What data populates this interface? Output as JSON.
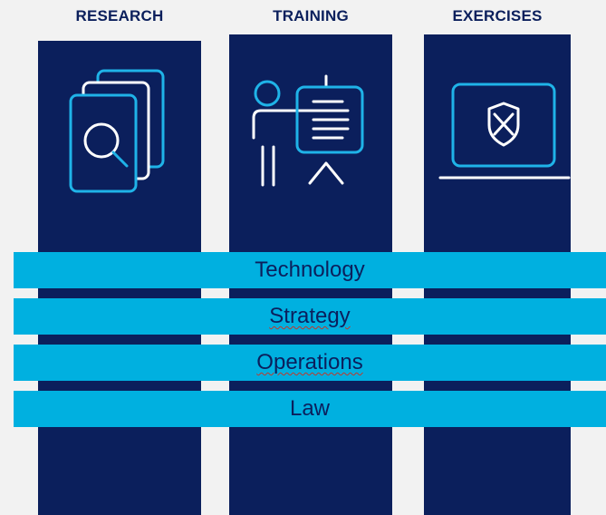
{
  "colors": {
    "background": "#f2f2f2",
    "pillar": "#0b1f5c",
    "band": "#00b0e0",
    "icon_stroke": "#1fb3e8",
    "icon_white": "#ffffff",
    "heading_text": "#0b1f5c"
  },
  "pillars": [
    {
      "title": "RESEARCH",
      "icon": "documents-magnifier-icon"
    },
    {
      "title": "TRAINING",
      "icon": "presenter-board-icon"
    },
    {
      "title": "EXERCISES",
      "icon": "laptop-shield-icon"
    }
  ],
  "bands": [
    {
      "label": "Technology",
      "spellcheck_underline": false
    },
    {
      "label": "Strategy",
      "spellcheck_underline": true
    },
    {
      "label": "Operations",
      "spellcheck_underline": true
    },
    {
      "label": "Law",
      "spellcheck_underline": false
    }
  ]
}
